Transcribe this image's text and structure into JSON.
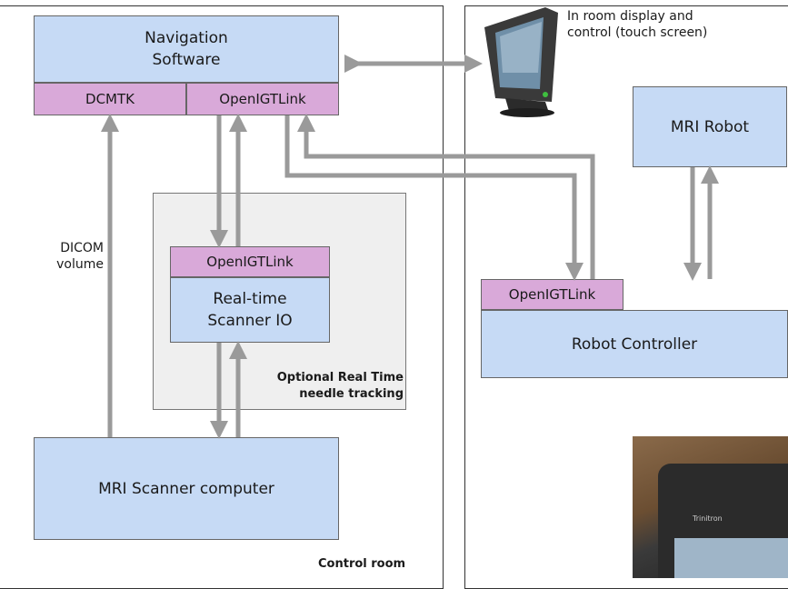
{
  "rooms": {
    "control_room_label": "Control room"
  },
  "navigation": {
    "title": "Navigation\nSoftware",
    "dcmtk": "DCMTK",
    "openigtlink": "OpenIGTLink"
  },
  "realtime": {
    "openigtlink": "OpenIGTLink",
    "title": "Real-time\nScanner IO",
    "optional_label": "Optional Real Time\nneedle tracking"
  },
  "scanner": {
    "title": "MRI Scanner computer",
    "dicom_label": "DICOM\nvolume"
  },
  "display": {
    "label": "In room display and\ncontrol (touch screen)"
  },
  "robot": {
    "title": "MRI Robot"
  },
  "controller": {
    "openigtlink": "OpenIGTLink",
    "title": "Robot Controller"
  },
  "photo": {
    "brand": "Trinitron"
  },
  "colors": {
    "box_blue": "#c6daf5",
    "box_purple": "#d9a9d9",
    "arrow_gray": "#9a9a9a",
    "optional_region": "#efefef"
  }
}
